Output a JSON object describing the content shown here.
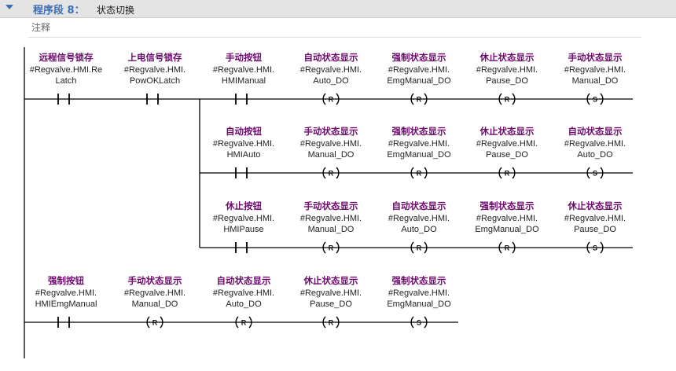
{
  "segment": {
    "label": "程序段 8：",
    "title": "状态切换",
    "comment": "注释"
  },
  "colors": {
    "rail": "#000000",
    "element_name": "#6b0a6b",
    "header_text": "#3a6fb5"
  },
  "rows": [
    {
      "contacts": [
        {
          "name": "远程信号锁存",
          "var": [
            "#Regvalve.HMI.Re",
            "Latch"
          ]
        },
        {
          "name": "上电信号锁存",
          "var": [
            "#Regvalve.HMI.",
            "PowOKLatch"
          ]
        },
        {
          "name": "手动按钮",
          "var": [
            "#Regvalve.HMI.",
            "HMIManual"
          ]
        }
      ],
      "coils": [
        {
          "name": "自动状态显示",
          "var": [
            "#Regvalve.HMI.",
            "Auto_DO"
          ],
          "type": "R"
        },
        {
          "name": "强制状态显示",
          "var": [
            "#Regvalve.HMI.",
            "EmgManual_DO"
          ],
          "type": "R"
        },
        {
          "name": "休止状态显示",
          "var": [
            "#Regvalve.HMI.",
            "Pause_DO"
          ],
          "type": "R"
        },
        {
          "name": "手动状态显示",
          "var": [
            "#Regvalve.HMI.",
            "Manual_DO"
          ],
          "type": "S"
        }
      ]
    },
    {
      "contacts": [
        {
          "name": "自动按钮",
          "var": [
            "#Regvalve.HMI.",
            "HMIAuto"
          ]
        }
      ],
      "coils": [
        {
          "name": "手动状态显示",
          "var": [
            "#Regvalve.HMI.",
            "Manual_DO"
          ],
          "type": "R"
        },
        {
          "name": "强制状态显示",
          "var": [
            "#Regvalve.HMI.",
            "EmgManual_DO"
          ],
          "type": "R"
        },
        {
          "name": "休止状态显示",
          "var": [
            "#Regvalve.HMI.",
            "Pause_DO"
          ],
          "type": "R"
        },
        {
          "name": "自动状态显示",
          "var": [
            "#Regvalve.HMI.",
            "Auto_DO"
          ],
          "type": "S"
        }
      ]
    },
    {
      "contacts": [
        {
          "name": "休止按钮",
          "var": [
            "#Regvalve.HMI.",
            "HMIPause"
          ]
        }
      ],
      "coils": [
        {
          "name": "手动状态显示",
          "var": [
            "#Regvalve.HMI.",
            "Manual_DO"
          ],
          "type": "R"
        },
        {
          "name": "自动状态显示",
          "var": [
            "#Regvalve.HMI.",
            "Auto_DO"
          ],
          "type": "R"
        },
        {
          "name": "强制状态显示",
          "var": [
            "#Regvalve.HMI.",
            "EmgManual_DO"
          ],
          "type": "R"
        },
        {
          "name": "休止状态显示",
          "var": [
            "#Regvalve.HMI.",
            "Pause_DO"
          ],
          "type": "S"
        }
      ]
    },
    {
      "contacts": [
        {
          "name": "强制按钮",
          "var": [
            "#Regvalve.HMI.",
            "HMIEmgManual"
          ]
        }
      ],
      "coils": [
        {
          "name": "手动状态显示",
          "var": [
            "#Regvalve.HMI.",
            "Manual_DO"
          ],
          "type": "R"
        },
        {
          "name": "自动状态显示",
          "var": [
            "#Regvalve.HMI.",
            "Auto_DO"
          ],
          "type": "R"
        },
        {
          "name": "休止状态显示",
          "var": [
            "#Regvalve.HMI.",
            "Pause_DO"
          ],
          "type": "R"
        },
        {
          "name": "强制状态显示",
          "var": [
            "#Regvalve.HMI.",
            "EmgManual_DO"
          ],
          "type": "S"
        }
      ]
    }
  ]
}
